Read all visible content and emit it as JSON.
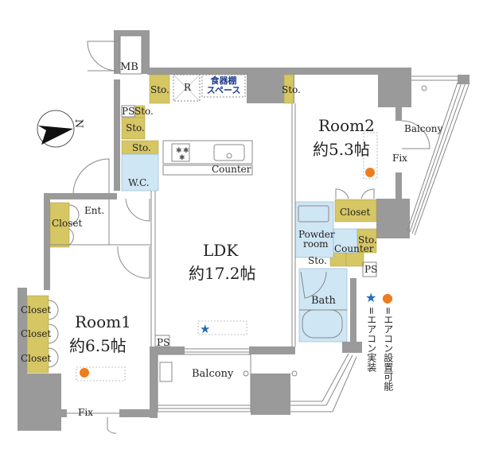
{
  "colors": {
    "wall": "#9a9a9a",
    "storage": "#d6c664",
    "wet_area": "#cfe6f4",
    "ac_dot": "#ee7d1f",
    "ac_star": "#1f6fb5",
    "line": "#777777",
    "shelf_text": "#1f3a8a"
  },
  "compass": {
    "label": "N"
  },
  "rooms": {
    "mb": "MB",
    "sto_top_left": "Sto.",
    "refrigerator": "R",
    "dish_shelf_line1": "食器棚",
    "dish_shelf_line2": "スペース",
    "sto_top_right": "Sto.",
    "ps_top": "PS",
    "sto_ps": "Sto.",
    "sto_mid": "Sto.",
    "sto_wc": "Sto.",
    "wc": "W.C.",
    "counter_kitchen": "Counter",
    "entrance": "Ent.",
    "closet_entrance": "Closet",
    "room2_name": "Room2",
    "room2_size": "約5.3帖",
    "balcony_room2": "Balcony",
    "fix_room2": "Fix",
    "closet_room2": "Closet",
    "powder_room_line1": "Powder",
    "powder_room_line2": "room",
    "sto_powder_right": "Sto.",
    "counter_powder": "Counter",
    "sto_powder": "Sto.",
    "ps_bath": "PS",
    "bath": "Bath",
    "ldk_name": "LDK",
    "ldk_size": "約17.2帖",
    "ps_ldk": "PS",
    "balcony_main": "Balcony",
    "room1_name": "Room1",
    "room1_size": "約6.5帖",
    "closet_room1_a": "Closet",
    "closet_room1_b": "Closet",
    "closet_room1_c": "Closet",
    "fix_room1": "Fix"
  },
  "legend": {
    "ac_possible_symbol": "●",
    "ac_possible_text": "=エアコン設置可能",
    "ac_installed_symbol": "★",
    "ac_installed_text": "=エアコン実装"
  }
}
